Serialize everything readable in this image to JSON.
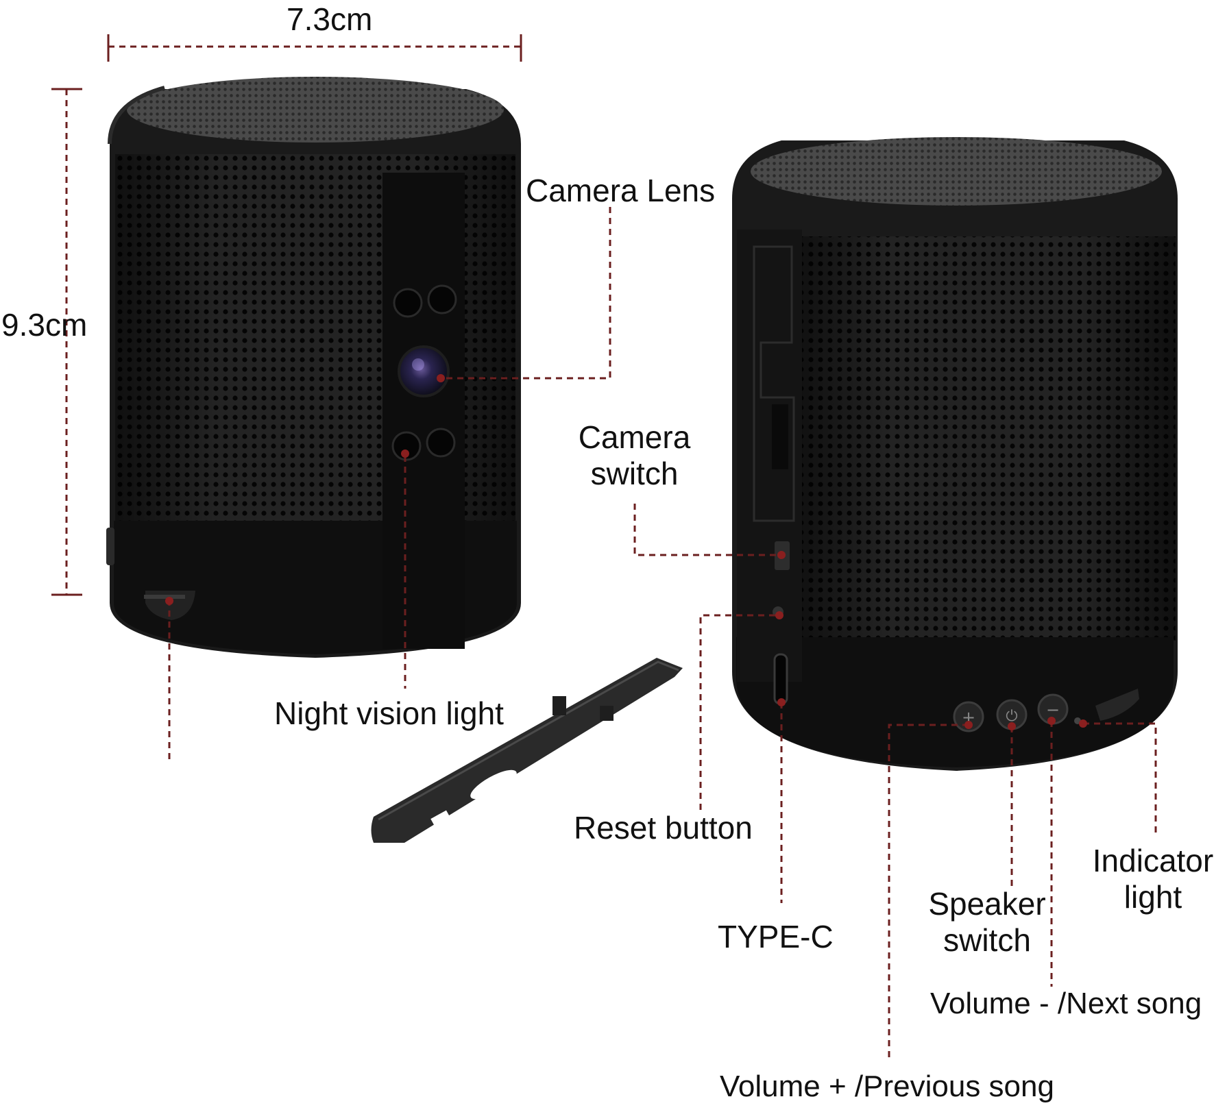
{
  "dimensions": {
    "width": "7.3cm",
    "height": "9.3cm"
  },
  "labels": {
    "camera_lens": "Camera Lens",
    "night_vision_light": "Night vision light",
    "camera_switch_line1": "Camera",
    "camera_switch_line2": "switch",
    "reset_button": "Reset button",
    "type_c": "TYPE-C",
    "speaker_switch_line1": "Speaker",
    "speaker_switch_line2": "switch",
    "indicator_light_line1": "Indicator",
    "indicator_light_line2": "light",
    "volume_minus": "Volume - /Next song",
    "volume_plus": "Volume + /Previous song"
  },
  "button_glyphs": {
    "plus": "+",
    "power": "⏻",
    "minus": "−"
  },
  "colors": {
    "leader_line": "#6b1f1f",
    "device_body": "#1a1a1a",
    "device_band": "#0f0f0f",
    "text": "#111111",
    "background": "#ffffff"
  }
}
